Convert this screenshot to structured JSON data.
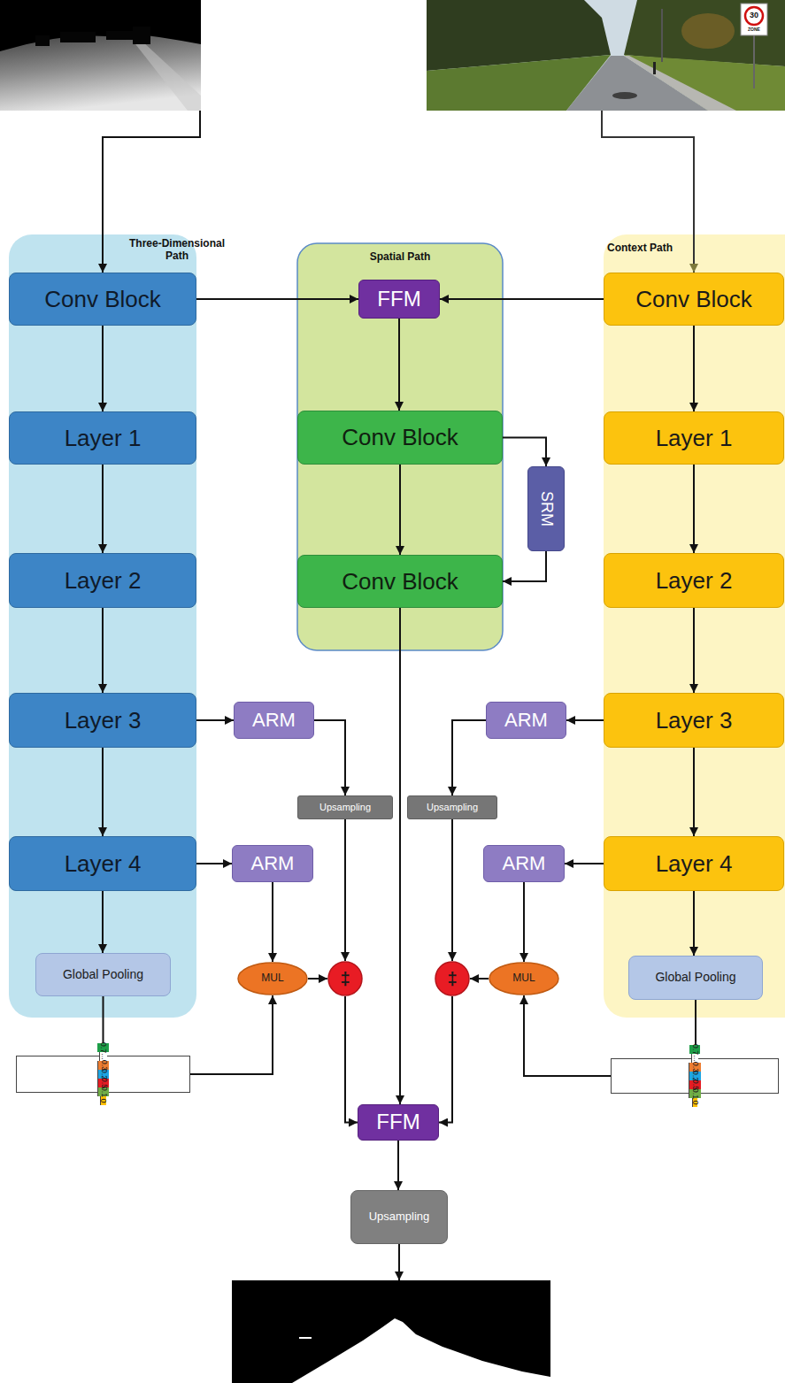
{
  "diagram": {
    "nodes": [
      {
        "text": [
          "Three-Dimensional Path"
        ]
      },
      {
        "text": [
          "Spatial Path"
        ]
      },
      {
        "text": [
          "Context Path"
        ]
      },
      {
        "text": [
          "Conv Block"
        ],
        "in": 0
      },
      {
        "text": [
          "FFM"
        ],
        "in": 1
      },
      {
        "text": [
          "Conv Block"
        ],
        "in": 2
      },
      {
        "text": [
          "Layer 1"
        ],
        "in": 0
      },
      {
        "text": [
          "Conv Block"
        ],
        "in": 1
      },
      {
        "text": [
          "Layer 1"
        ],
        "in": 2
      },
      {
        "text": [
          "SRM"
        ]
      },
      {
        "text": [
          "Layer 2"
        ],
        "in": 0
      },
      {
        "text": [
          "Conv Block"
        ],
        "in": 1
      },
      {
        "text": [
          "Layer 2"
        ],
        "in": 2
      },
      {
        "text": [
          "Layer 3"
        ],
        "in": 0
      },
      {
        "text": [
          "ARM"
        ]
      },
      {
        "text": [
          "ARM"
        ]
      },
      {
        "text": [
          "Layer 3"
        ],
        "in": 2
      },
      {
        "text": [
          "Upsampling"
        ]
      },
      {
        "text": [
          "Upsampling"
        ]
      },
      {
        "text": [
          "Layer 4"
        ],
        "in": 0
      },
      {
        "text": [
          "ARM"
        ]
      },
      {
        "text": [
          "ARM"
        ]
      },
      {
        "text": [
          "Layer 4"
        ],
        "in": 2
      },
      {
        "text": [
          "Global Pooling"
        ],
        "in": 0
      },
      {
        "text": [
          "MUL"
        ]
      },
      {
        "text": [
          "‡"
        ]
      },
      {
        "text": [
          "‡"
        ]
      },
      {
        "text": [
          "MUL"
        ]
      },
      {
        "text": [
          "Global Pooling"
        ],
        "in": 2
      },
      {
        "text": [
          "0.7",
          "...",
          "0.3",
          "0.2",
          "0.5",
          "0.1",
          "0"
        ]
      },
      {
        "text": [
          "0.7",
          "...",
          "0.3",
          "0.2",
          "0.5",
          "0.1",
          "0"
        ]
      },
      {
        "text": [
          "FFM"
        ]
      },
      {
        "text": [
          "Upsampling"
        ]
      }
    ],
    "edges": [
      {
        "from": 3,
        "to": 4,
        "arrow": "to"
      },
      {
        "from": 5,
        "to": 4,
        "arrow": "to"
      },
      {
        "from": 4,
        "to": 7,
        "arrow": "to"
      },
      {
        "from": 7,
        "to": 11,
        "arrow": "to"
      },
      {
        "from": 7,
        "to": 9,
        "arrow": "to"
      },
      {
        "from": 9,
        "to": 11,
        "arrow": "to"
      },
      {
        "from": 3,
        "to": 6,
        "arrow": "to"
      },
      {
        "from": 6,
        "to": 10,
        "arrow": "to"
      },
      {
        "from": 10,
        "to": 13,
        "arrow": "to"
      },
      {
        "from": 13,
        "to": 19,
        "arrow": "to"
      },
      {
        "from": 19,
        "to": 23,
        "arrow": "to"
      },
      {
        "from": 5,
        "to": 8,
        "arrow": "to"
      },
      {
        "from": 8,
        "to": 12,
        "arrow": "to"
      },
      {
        "from": 12,
        "to": 16,
        "arrow": "to"
      },
      {
        "from": 16,
        "to": 22,
        "arrow": "to"
      },
      {
        "from": 22,
        "to": 28,
        "arrow": "to"
      },
      {
        "from": 13,
        "to": 14,
        "arrow": "to"
      },
      {
        "from": 14,
        "to": 17,
        "arrow": "to"
      },
      {
        "from": 17,
        "to": 25,
        "arrow": "to"
      },
      {
        "from": 19,
        "to": 20,
        "arrow": "to"
      },
      {
        "from": 20,
        "to": 24,
        "arrow": "to"
      },
      {
        "from": 24,
        "to": 25,
        "arrow": "to"
      },
      {
        "from": 23,
        "to": 29,
        "arrow": "to"
      },
      {
        "from": 29,
        "to": 24,
        "arrow": "to"
      },
      {
        "from": 16,
        "to": 15,
        "arrow": "to"
      },
      {
        "from": 15,
        "to": 18,
        "arrow": "to"
      },
      {
        "from": 18,
        "to": 26,
        "arrow": "to"
      },
      {
        "from": 22,
        "to": 21,
        "arrow": "to"
      },
      {
        "from": 21,
        "to": 27,
        "arrow": "to"
      },
      {
        "from": 27,
        "to": 26,
        "arrow": "to"
      },
      {
        "from": 28,
        "to": 30,
        "arrow": "to"
      },
      {
        "from": 30,
        "to": 27,
        "arrow": "to"
      },
      {
        "from": 11,
        "to": 31,
        "arrow": "to"
      },
      {
        "from": 25,
        "to": 31,
        "arrow": "to"
      },
      {
        "from": 26,
        "to": 31,
        "arrow": "to"
      },
      {
        "from": 31,
        "to": 32,
        "arrow": "to"
      }
    ],
    "labels": [
      "30",
      "ZONE"
    ]
  }
}
